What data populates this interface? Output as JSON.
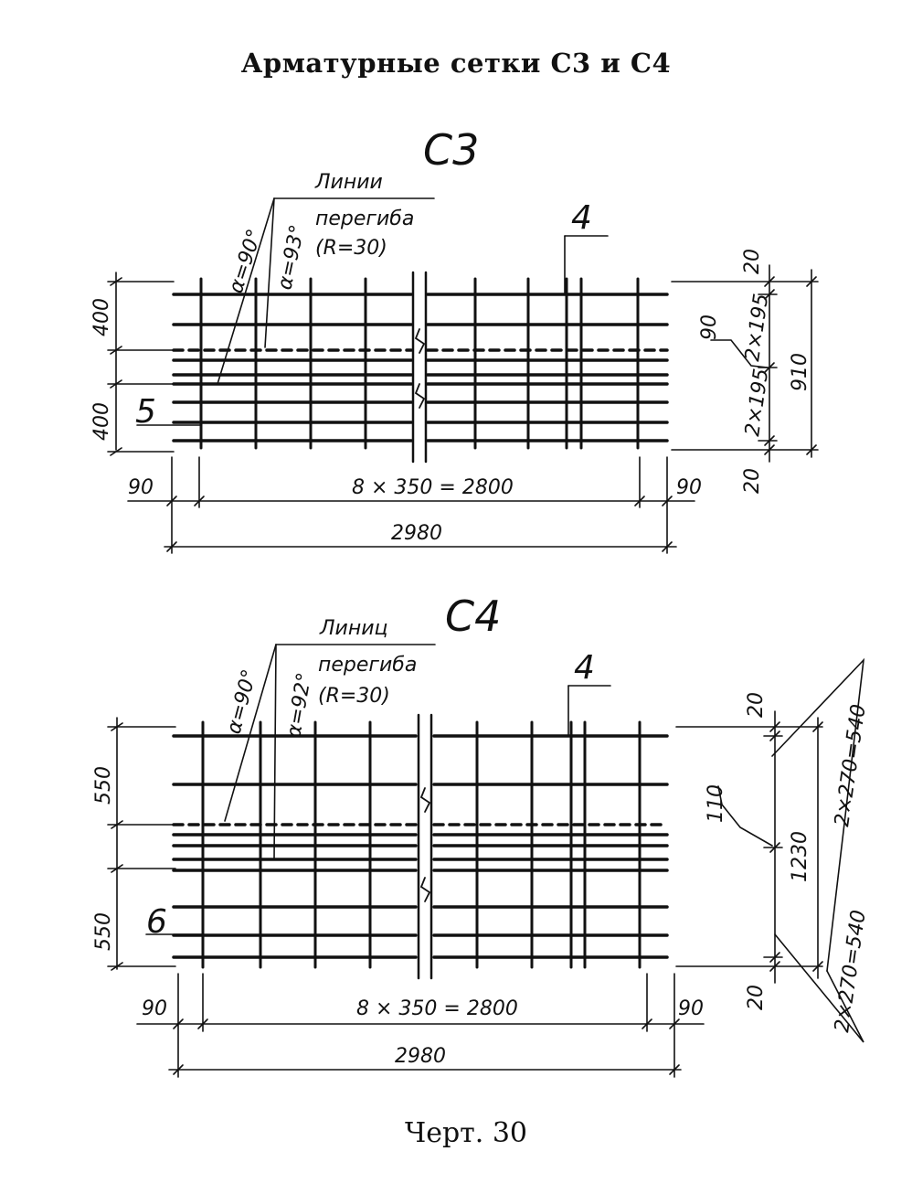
{
  "title": "Арматурные сетки С3 и С4",
  "caption": "Черт. 30",
  "meshes": [
    {
      "name": "С3",
      "bend_label": [
        "Линии",
        "перегиба",
        "(R=30)"
      ],
      "angle_1": "α=90°",
      "angle_2": "α=93°",
      "rod_mark": "4",
      "bar_mark": "5",
      "left_dims": [
        "400",
        "400"
      ],
      "right_dims": {
        "top": "20",
        "upper": "2×195",
        "pitch": "90",
        "lower": "2×195",
        "bottom": "20",
        "total": "910"
      },
      "bottom_dims": {
        "left": "90",
        "middle": "8 × 350 = 2800",
        "right": "90",
        "total": "2980"
      }
    },
    {
      "name": "С4",
      "bend_label": [
        "Линиц",
        "перегиба",
        "(R=30)"
      ],
      "angle_1": "α=90°",
      "angle_2": "α=92°",
      "rod_mark": "4",
      "bar_mark": "6",
      "left_dims": [
        "550",
        "550"
      ],
      "right_dims": {
        "top": "20",
        "upper": "2×270=540",
        "pitch": "110",
        "lower": "2×270=540",
        "bottom": "20",
        "total": "1230"
      },
      "bottom_dims": {
        "left": "90",
        "middle": "8 × 350 = 2800",
        "right": "90",
        "total": "2980"
      }
    }
  ]
}
